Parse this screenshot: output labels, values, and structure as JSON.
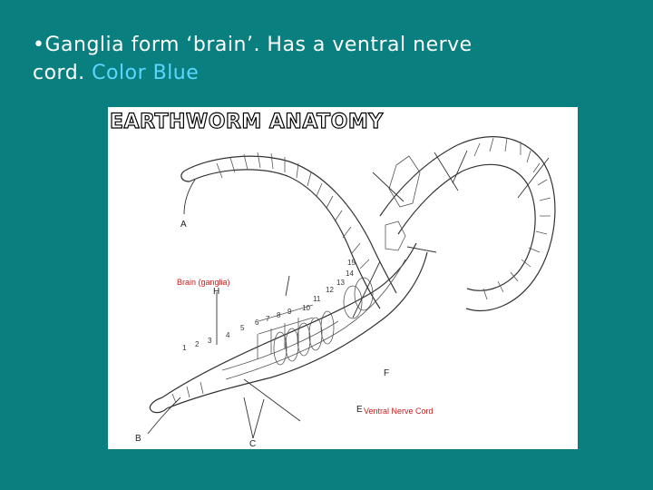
{
  "title": {
    "bullet": "•",
    "line1": "Ganglia form ‘brain’. Has a ventral nerve",
    "line2_start": "cord. ",
    "line2_highlight": "Color Blue"
  },
  "diagram": {
    "banner": "EARTHWORM ANATOMY",
    "labels": {
      "a": "A",
      "b": "B",
      "c": "C",
      "e": "E",
      "f": "F",
      "h": "H",
      "brain": "Brain (ganglia)",
      "nerve_cord": "Ventral Nerve Cord"
    },
    "segment_numbers": [
      "1",
      "2",
      "3",
      "4",
      "5",
      "6",
      "7",
      "8",
      "9",
      "10",
      "11",
      "12",
      "13",
      "14",
      "15"
    ]
  },
  "colors": {
    "background": "#0a7f7f",
    "title_text": "#ffffff",
    "highlight": "#5ad6ff",
    "annotation_red": "#d01818"
  }
}
